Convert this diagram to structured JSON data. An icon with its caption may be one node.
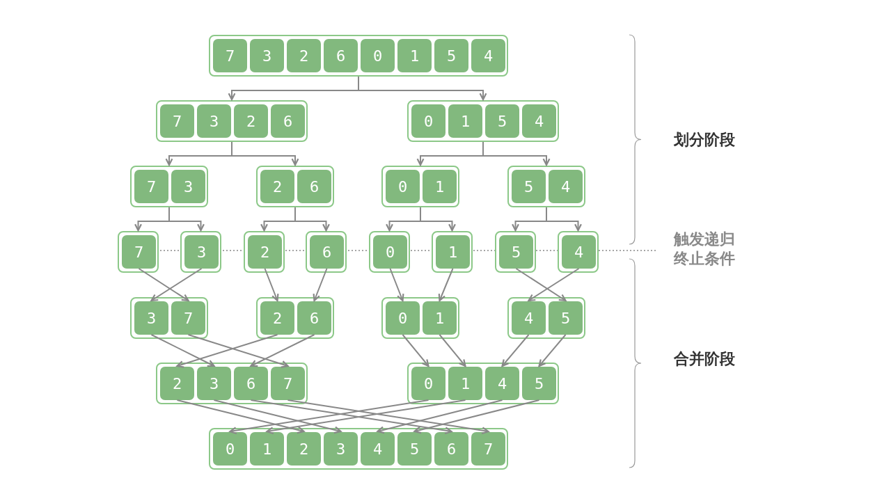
{
  "diagram": {
    "nodes": [
      {
        "text": [],
        "shape": "box"
      },
      {
        "text": [
          "7"
        ],
        "in": 0
      },
      {
        "text": [
          "3"
        ],
        "in": 0
      },
      {
        "text": [
          "2"
        ],
        "in": 0
      },
      {
        "text": [
          "6"
        ],
        "in": 0
      },
      {
        "text": [
          "0"
        ],
        "in": 0
      },
      {
        "text": [
          "1"
        ],
        "in": 0
      },
      {
        "text": [
          "5"
        ],
        "in": 0
      },
      {
        "text": [
          "4"
        ],
        "in": 0
      },
      {
        "text": [],
        "shape": "box"
      },
      {
        "text": [
          "7"
        ],
        "in": 9
      },
      {
        "text": [
          "3"
        ],
        "in": 9
      },
      {
        "text": [
          "2"
        ],
        "in": 9
      },
      {
        "text": [
          "6"
        ],
        "in": 9
      },
      {
        "text": [],
        "shape": "box"
      },
      {
        "text": [
          "0"
        ],
        "in": 14
      },
      {
        "text": [
          "1"
        ],
        "in": 14
      },
      {
        "text": [
          "5"
        ],
        "in": 14
      },
      {
        "text": [
          "4"
        ],
        "in": 14
      },
      {
        "text": [],
        "shape": "box"
      },
      {
        "text": [
          "7"
        ],
        "in": 19
      },
      {
        "text": [
          "3"
        ],
        "in": 19
      },
      {
        "text": [],
        "shape": "box"
      },
      {
        "text": [
          "2"
        ],
        "in": 22
      },
      {
        "text": [
          "6"
        ],
        "in": 22
      },
      {
        "text": [],
        "shape": "box"
      },
      {
        "text": [
          "0"
        ],
        "in": 25
      },
      {
        "text": [
          "1"
        ],
        "in": 25
      },
      {
        "text": [],
        "shape": "box"
      },
      {
        "text": [
          "5"
        ],
        "in": 28
      },
      {
        "text": [
          "4"
        ],
        "in": 28
      },
      {
        "text": [],
        "shape": "box"
      },
      {
        "text": [
          "7"
        ],
        "in": 31
      },
      {
        "text": [],
        "shape": "box"
      },
      {
        "text": [
          "3"
        ],
        "in": 33
      },
      {
        "text": [],
        "shape": "box"
      },
      {
        "text": [
          "2"
        ],
        "in": 35
      },
      {
        "text": [],
        "shape": "box"
      },
      {
        "text": [
          "6"
        ],
        "in": 37
      },
      {
        "text": [],
        "shape": "box"
      },
      {
        "text": [
          "0"
        ],
        "in": 39
      },
      {
        "text": [],
        "shape": "box"
      },
      {
        "text": [
          "1"
        ],
        "in": 41
      },
      {
        "text": [],
        "shape": "box"
      },
      {
        "text": [
          "5"
        ],
        "in": 43
      },
      {
        "text": [],
        "shape": "box"
      },
      {
        "text": [
          "4"
        ],
        "in": 45
      },
      {
        "text": [],
        "shape": "box"
      },
      {
        "text": [
          "3"
        ],
        "in": 47
      },
      {
        "text": [
          "7"
        ],
        "in": 47
      },
      {
        "text": [],
        "shape": "box"
      },
      {
        "text": [
          "2"
        ],
        "in": 50
      },
      {
        "text": [
          "6"
        ],
        "in": 50
      },
      {
        "text": [],
        "shape": "box"
      },
      {
        "text": [
          "0"
        ],
        "in": 53
      },
      {
        "text": [
          "1"
        ],
        "in": 53
      },
      {
        "text": [],
        "shape": "box"
      },
      {
        "text": [
          "4"
        ],
        "in": 56
      },
      {
        "text": [
          "5"
        ],
        "in": 56
      },
      {
        "text": [],
        "shape": "box"
      },
      {
        "text": [
          "2"
        ],
        "in": 59
      },
      {
        "text": [
          "3"
        ],
        "in": 59
      },
      {
        "text": [
          "6"
        ],
        "in": 59
      },
      {
        "text": [
          "7"
        ],
        "in": 59
      },
      {
        "text": [],
        "shape": "box"
      },
      {
        "text": [
          "0"
        ],
        "in": 64
      },
      {
        "text": [
          "1"
        ],
        "in": 64
      },
      {
        "text": [
          "4"
        ],
        "in": 64
      },
      {
        "text": [
          "5"
        ],
        "in": 64
      },
      {
        "text": [],
        "shape": "box"
      },
      {
        "text": [
          "0"
        ],
        "in": 69
      },
      {
        "text": [
          "1"
        ],
        "in": 69
      },
      {
        "text": [
          "2"
        ],
        "in": 69
      },
      {
        "text": [
          "3"
        ],
        "in": 69
      },
      {
        "text": [
          "4"
        ],
        "in": 69
      },
      {
        "text": [
          "5"
        ],
        "in": 69
      },
      {
        "text": [
          "6"
        ],
        "in": 69
      },
      {
        "text": [
          "7"
        ],
        "in": 69
      }
    ],
    "edges": [
      {
        "from": 0,
        "to": 9,
        "arrow": "to"
      },
      {
        "from": 0,
        "to": 14,
        "arrow": "to"
      },
      {
        "from": 9,
        "to": 19,
        "arrow": "to"
      },
      {
        "from": 9,
        "to": 22,
        "arrow": "to"
      },
      {
        "from": 14,
        "to": 25,
        "arrow": "to"
      },
      {
        "from": 14,
        "to": 28,
        "arrow": "to"
      },
      {
        "from": 19,
        "to": 31,
        "arrow": "to"
      },
      {
        "from": 19,
        "to": 33,
        "arrow": "to"
      },
      {
        "from": 22,
        "to": 35,
        "arrow": "to"
      },
      {
        "from": 22,
        "to": 37,
        "arrow": "to"
      },
      {
        "from": 25,
        "to": 39,
        "arrow": "to"
      },
      {
        "from": 25,
        "to": 41,
        "arrow": "to"
      },
      {
        "from": 28,
        "to": 43,
        "arrow": "to"
      },
      {
        "from": 28,
        "to": 45,
        "arrow": "to"
      },
      {
        "from": 32,
        "to": 49,
        "arrow": "to"
      },
      {
        "from": 34,
        "to": 48,
        "arrow": "to"
      },
      {
        "from": 36,
        "to": 51,
        "arrow": "to"
      },
      {
        "from": 38,
        "to": 52,
        "arrow": "to"
      },
      {
        "from": 40,
        "to": 54,
        "arrow": "to"
      },
      {
        "from": 42,
        "to": 55,
        "arrow": "to"
      },
      {
        "from": 44,
        "to": 58,
        "arrow": "to"
      },
      {
        "from": 46,
        "to": 57,
        "arrow": "to"
      },
      {
        "from": 48,
        "to": 61,
        "arrow": "to"
      },
      {
        "from": 49,
        "to": 63,
        "arrow": "to"
      },
      {
        "from": 51,
        "to": 60,
        "arrow": "to"
      },
      {
        "from": 52,
        "to": 62,
        "arrow": "to"
      },
      {
        "from": 54,
        "to": 65,
        "arrow": "to"
      },
      {
        "from": 55,
        "to": 66,
        "arrow": "to"
      },
      {
        "from": 57,
        "to": 67,
        "arrow": "to"
      },
      {
        "from": 58,
        "to": 68,
        "arrow": "to"
      },
      {
        "from": 60,
        "to": 72,
        "arrow": "to"
      },
      {
        "from": 61,
        "to": 73,
        "arrow": "to"
      },
      {
        "from": 62,
        "to": 76,
        "arrow": "to"
      },
      {
        "from": 63,
        "to": 77,
        "arrow": "to"
      },
      {
        "from": 65,
        "to": 70,
        "arrow": "to"
      },
      {
        "from": 66,
        "to": 71,
        "arrow": "to"
      },
      {
        "from": 67,
        "to": 74,
        "arrow": "to"
      },
      {
        "from": 68,
        "to": 75,
        "arrow": "to"
      }
    ],
    "labels": [
      "划分阶段",
      "触发递归终止条件",
      "合并阶段"
    ]
  }
}
